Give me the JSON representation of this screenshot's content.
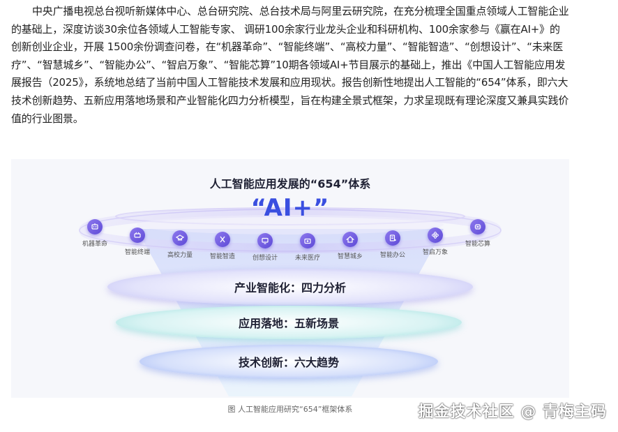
{
  "article": {
    "paragraph": "中央广播电视总台视听新媒体中心、总台研究院、总台技术局与阿里云研究院，在充分梳理全国重点领域人工智能企业的基础上，深度访谈30余位各领域人工智能专家、 调研100余家行业龙头企业和科研机构、100余家参与《赢在AI+》的创新创业企业，开展 1500余份调查问卷，在“机器革命”、“智能终端”、“高校力量”、“智能智造”、“创想设计”、“未来医疗”、“智慧城乡”、“智能办公”、“智启万象”、“智能芯算”10期各领域AI+节目展示的基础上，推出《中国人工智能应用发展报告（2025》，系统地总结了当前中国人工智能技术发展和应用现状。报告创新性地提出人工智能的“654”体系，即六大技术创新趋势、五新应用落地场景和产业智能化四力分析模型，旨在构建全景式框架，力求呈现既有理论深度又兼具实践价值的行业图景。"
  },
  "figure": {
    "title": "人工智能应用发展的“654”体系",
    "headline": "“AI+”",
    "nodes": [
      {
        "label": "机器革命",
        "icon": "robot-icon"
      },
      {
        "label": "智能终端",
        "icon": "device-icon"
      },
      {
        "label": "高校力量",
        "icon": "graduation-cap-icon"
      },
      {
        "label": "智能智造",
        "icon": "tools-icon"
      },
      {
        "label": "创想设计",
        "icon": "monitor-icon"
      },
      {
        "label": "未来医疗",
        "icon": "medical-kit-icon"
      },
      {
        "label": "智慧城乡",
        "icon": "house-icon"
      },
      {
        "label": "智能办公",
        "icon": "office-icon"
      },
      {
        "label": "智启万象",
        "icon": "atom-icon"
      },
      {
        "label": "智能芯算",
        "icon": "chip-icon"
      }
    ],
    "tiers": [
      {
        "label": "产业智能化：四力分析"
      },
      {
        "label": "应用落地：五新场景"
      },
      {
        "label": "技术创新：六大趋势"
      }
    ],
    "caption": "图 人工智能应用研究“654”框架体系",
    "colors": {
      "accent": "#3a4fe0",
      "node": "#6a55df"
    }
  },
  "watermark": "掘金技术社区 @ 青梅主码"
}
